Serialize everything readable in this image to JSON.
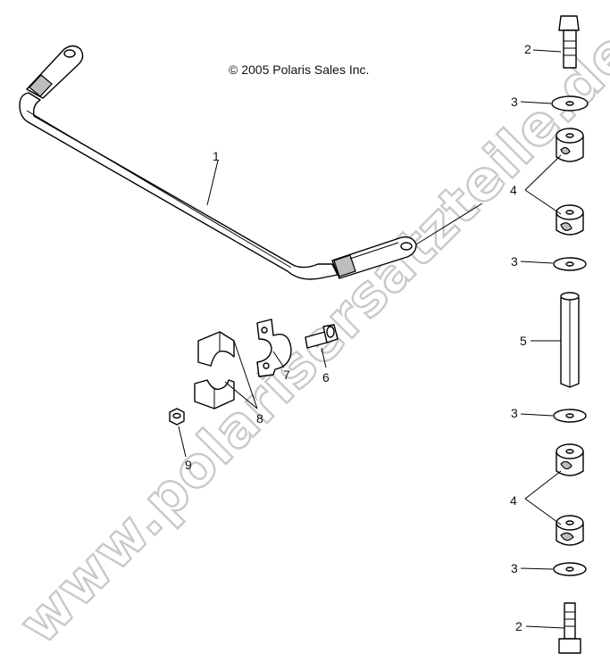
{
  "copyright": "© 2005 Polaris Sales Inc.",
  "watermark": "www.polarisersatzteile.de",
  "callouts": {
    "c1": "1",
    "c2_top": "2",
    "c3_a": "3",
    "c4_top": "4",
    "c3_b": "3",
    "c5": "5",
    "c6": "6",
    "c7": "7",
    "c8": "8",
    "c9": "9",
    "c3_c": "3",
    "c4_bottom": "4",
    "c3_d": "3",
    "c2_bottom": "2"
  },
  "colors": {
    "ink": "#000000",
    "watermark_outline": "#c9c9c9",
    "background": "#ffffff"
  }
}
